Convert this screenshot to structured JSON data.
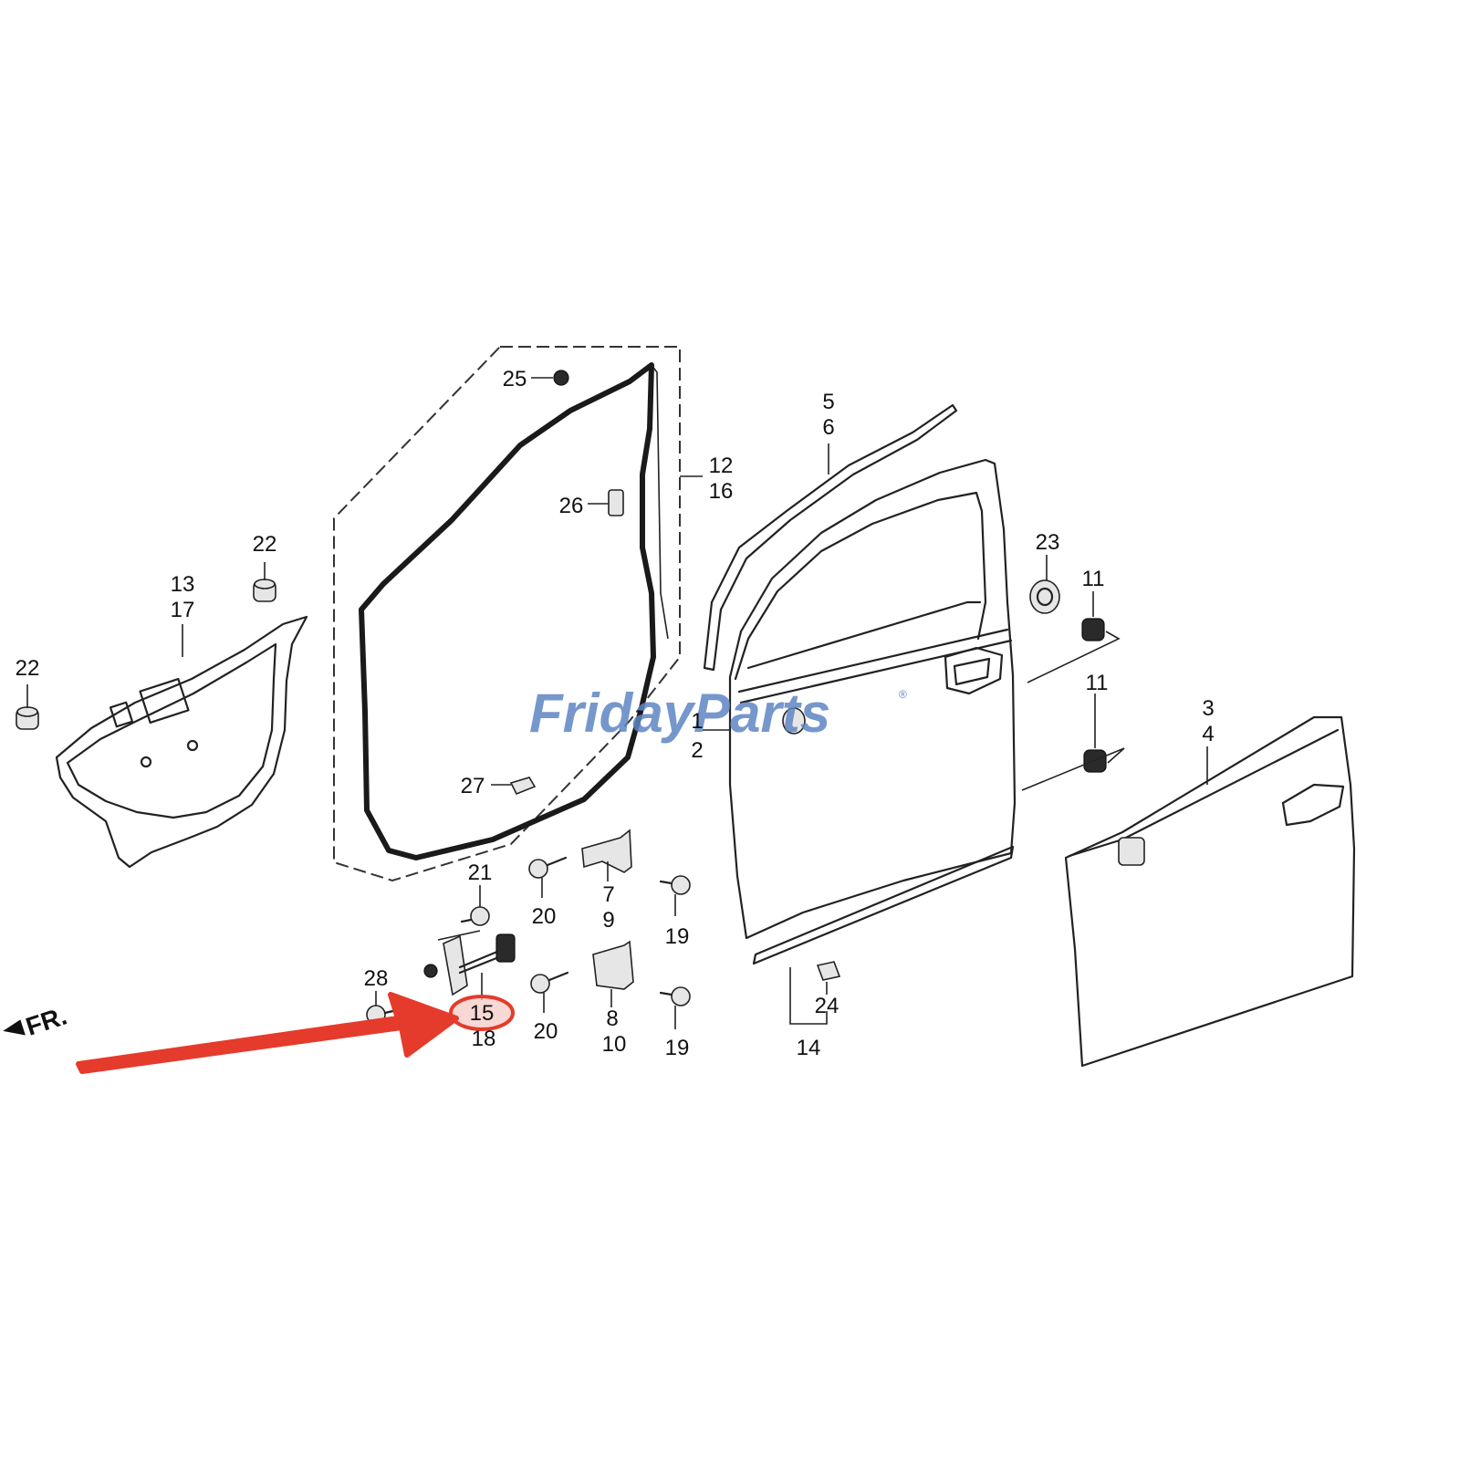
{
  "watermark": {
    "text": "FridayParts",
    "registered_mark": "®",
    "color": "#5f86c4"
  },
  "direction_marker": "FR.",
  "highlight": {
    "part_number": "15",
    "color": "#e53b2c"
  },
  "callouts": {
    "c1": "1",
    "c2": "2",
    "c3": "3",
    "c4": "4",
    "c5": "5",
    "c6": "6",
    "c7": "7",
    "c8": "8",
    "c9": "9",
    "c10": "10",
    "c11a": "11",
    "c11b": "11",
    "c12": "12",
    "c13": "13",
    "c14": "14",
    "c15": "15",
    "c16": "16",
    "c17": "17",
    "c18": "18",
    "c19a": "19",
    "c19b": "19",
    "c20a": "20",
    "c20b": "20",
    "c21": "21",
    "c22a": "22",
    "c22b": "22",
    "c23": "23",
    "c24": "24",
    "c25": "25",
    "c26": "26",
    "c27": "27",
    "c28": "28"
  }
}
